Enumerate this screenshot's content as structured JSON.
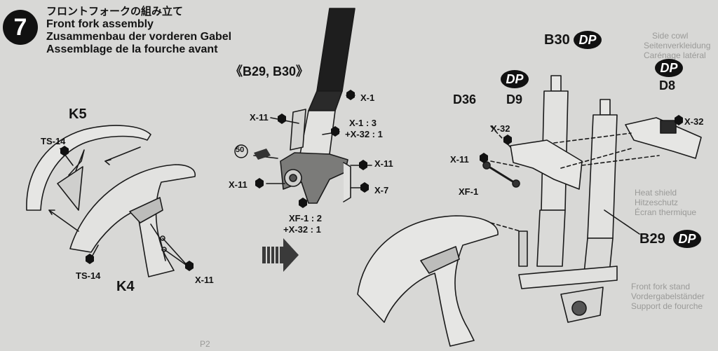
{
  "step": {
    "number": "7",
    "title_jp": "フロントフォークの組み立て",
    "title_en": "Front fork assembly",
    "title_de": "Zusammenbau der vorderen Gabel",
    "title_fr": "Assemblage de la fourche avant"
  },
  "fender_section": {
    "part_k5": "K5",
    "part_k4": "K4",
    "screw_ts14_top": "TS-14",
    "screw_ts14_bottom": "TS-14",
    "screw_x11": "X-11"
  },
  "fork_section": {
    "variant": "《B29, B30》",
    "x1": "X-1",
    "x11_left": "X-11",
    "x1_qty": "X-1 : 3",
    "x32_qty": "+X-32 : 1",
    "ref_number": "50",
    "x11_right": "X-11",
    "x11_lower": "X-11",
    "x7": "X-7",
    "xf1_qty": "XF-1 : 2",
    "x32_qty2": "+X-32 : 1"
  },
  "assembly_section": {
    "b30": "B30",
    "d36": "D36",
    "d9": "D9",
    "d8": "D8",
    "x32_left": "X-32",
    "x32_right": "X-32",
    "x11": "X-11",
    "xf1": "XF-1",
    "b29": "B29",
    "dp_label": "DP"
  },
  "background_text": {
    "t1": "Side cowl",
    "t2": "Seitenverkleidung",
    "t3": "Carénage latéral",
    "t4": "Heat shield",
    "t5": "Hitzeschutz",
    "t6": "Écran thermique",
    "t7": "Front fork stand",
    "t8": "Vordergabelständer",
    "t9": "Support de fourche",
    "p2": "P2"
  }
}
